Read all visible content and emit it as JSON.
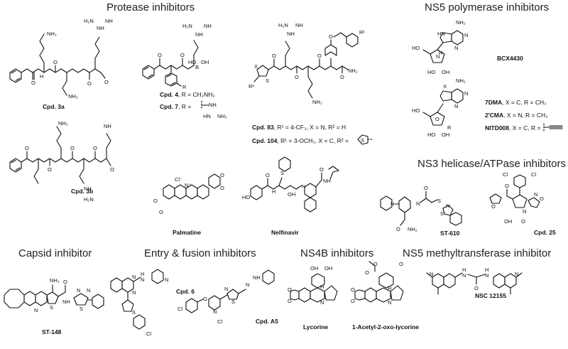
{
  "sections": {
    "protease": "Protease inhibitors",
    "ns5_polymerase": "NS5 polymerase inhibitors",
    "ns3_helicase": "NS3 helicase/ATPase inhibitors",
    "capsid": "Capsid inhibitor",
    "entry_fusion": "Entry & fusion inhibitors",
    "ns4b": "NS4B inhibitors",
    "ns5_mtase": "NS5 methyltransferase inhibitor"
  },
  "compounds": {
    "cpd3a": "Cpd. 3a",
    "cpd3b": "Cpd. 3b",
    "cpd4": "Cpd. 4",
    "cpd4_r": ", R = CH₂NH₂",
    "cpd7": "Cpd. 7",
    "cpd7_r": ", R =",
    "cpd83": "Cpd. 83",
    "cpd83_r": ", R¹ = 4-CF₃, X = N, R² = H",
    "cpd104": "Cpd. 104",
    "cpd104_r": ", R¹ = 3-OCH₃, X = C, R² =",
    "palmatine": "Palmatine",
    "nelfinavir": "Nelfinavir",
    "bcx4430": "BCX4430",
    "dma7": "7DMA",
    "dma7_r": ", X = C, R = CH₃",
    "cma2": "2'CMA",
    "cma2_r": ", X = N, R = CH₃",
    "nitd008": "NITD008",
    "nitd008_r": ", X = C, R =",
    "st610": "ST-610",
    "cpd25": "Cpd. 25",
    "st148": "ST-148",
    "cpd6": "Cpd. 6",
    "cpda5": "Cpd. A5",
    "lycorine": "Lycorine",
    "acetyl_lycorine": "1-Acetyl-2-oxo-lycorine",
    "nsc12155": "NSC 12155"
  },
  "atoms": {
    "nh2": "NH₂",
    "nh": "NH",
    "n": "N",
    "h": "H",
    "o": "O",
    "oh": "OH",
    "b": "B",
    "s": "S",
    "x": "X",
    "r": "R",
    "r1": "R¹",
    "r2": "R²",
    "cl": "Cl",
    "cl_minus": "Cl⁻",
    "n_plus": "N⁺",
    "ho": "HO",
    "hn": "HN",
    "h2n": "H₂N"
  }
}
